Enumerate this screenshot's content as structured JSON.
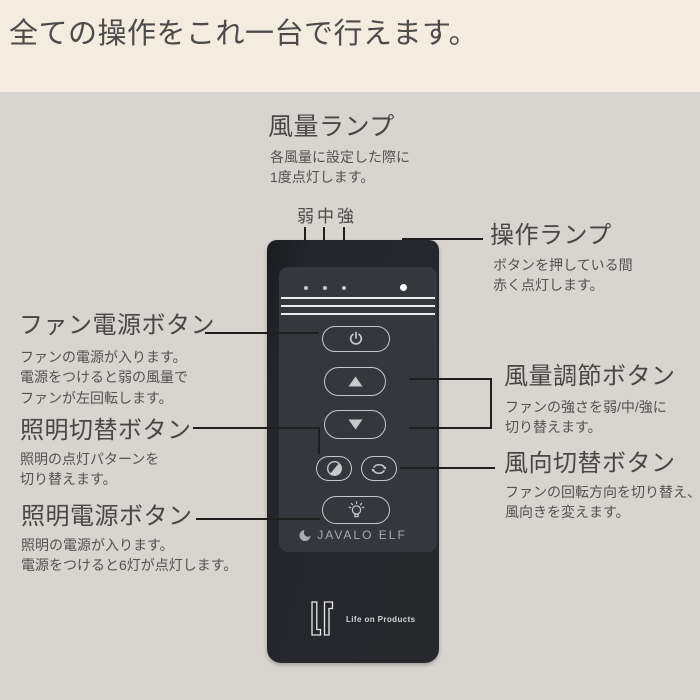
{
  "title": "全ての操作をこれ一台で行えます。",
  "colors": {
    "header_bg": "#f4ecde",
    "body_bg": "#d8d4d0",
    "remote_body": "#26282c",
    "remote_panel": "#34373c",
    "button_outline": "#c7c8ca",
    "callout_line": "#1f1f1f",
    "heading_text": "#474747",
    "desc_text": "#525252",
    "operation_lamp": "#ffffff"
  },
  "top_callout": {
    "heading": "風量ランプ",
    "desc": [
      "各風量に設定した際に",
      "1度点灯します。"
    ],
    "speed_labels": [
      "弱",
      "中",
      "強"
    ]
  },
  "right_callouts": {
    "op_lamp": {
      "heading": "操作ランプ",
      "desc": [
        "ボタンを押している間",
        "赤く点灯します。"
      ]
    },
    "airflow": {
      "heading": "風量調節ボタン",
      "desc": [
        "ファンの強さを弱/中/強に",
        "切り替えます。"
      ]
    },
    "direction": {
      "heading": "風向切替ボタン",
      "desc": [
        "ファンの回転方向を切り替え、",
        "風向きを変えます。"
      ]
    }
  },
  "left_callouts": {
    "fan_power": {
      "heading": "ファン電源ボタン",
      "desc": [
        "ファンの電源が入ります。",
        "電源をつけると弱の風量で",
        "ファンが左回転します。"
      ]
    },
    "light_toggle": {
      "heading": "照明切替ボタン",
      "desc": [
        "照明の点灯パターンを",
        "切り替えます。"
      ]
    },
    "light_power": {
      "heading": "照明電源ボタン",
      "desc": [
        "照明の電源が入ります。",
        "電源をつけると6灯が点灯します。"
      ]
    }
  },
  "remote": {
    "brand_logo": "JAVALO ELF",
    "maker_monogram": "LP",
    "maker_name": "Life on Products",
    "icons": {
      "fan_power_button": "power-icon",
      "speed_up_button": "arrow-up-icon",
      "speed_down_button": "arrow-down-icon",
      "light_toggle_button": "half-moon-contrast-icon",
      "direction_button": "cycle-arrows-icon",
      "light_power_button": "bulb-icon",
      "brand_mark": "crescent-logo-icon"
    },
    "lamps": {
      "speed_lamps": 3,
      "operation_lamp": 1
    }
  }
}
